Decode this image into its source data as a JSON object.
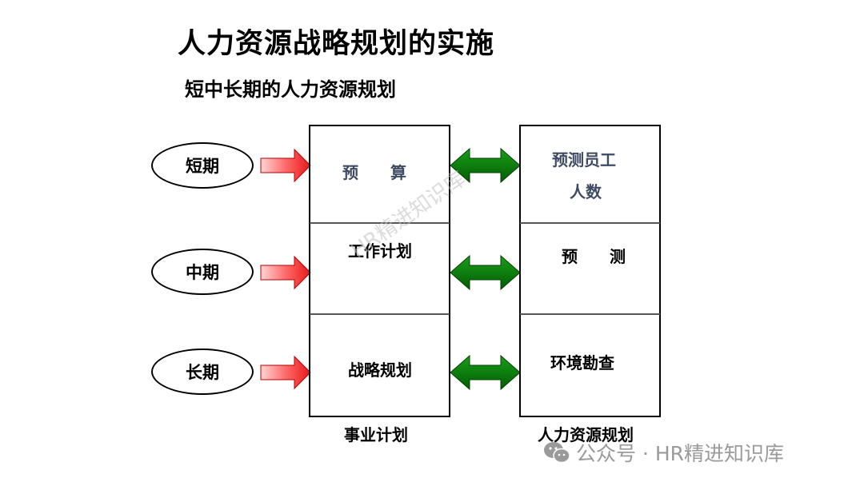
{
  "title": "人力资源战略规划的实施",
  "subtitle": "短中长期的人力资源规划",
  "terms": {
    "short": "短期",
    "mid": "中期",
    "long": "长期"
  },
  "business_plan": {
    "caption": "事业计划",
    "cells": [
      "预　　算",
      "工作计划",
      "战略规划"
    ]
  },
  "hr_plan": {
    "caption": "人力资源规划",
    "cells": [
      "预测员工",
      "人数",
      "预　　测",
      "环境勘查"
    ]
  },
  "watermark": "HR精进知识库",
  "footer": {
    "text": "公众号 · HR精进知识库",
    "icon": "wechat-icon"
  },
  "colors": {
    "red_arrow": "#e81818",
    "green_arrow": "#0a7a0a",
    "cell_text_blue": "#3e4a63"
  }
}
